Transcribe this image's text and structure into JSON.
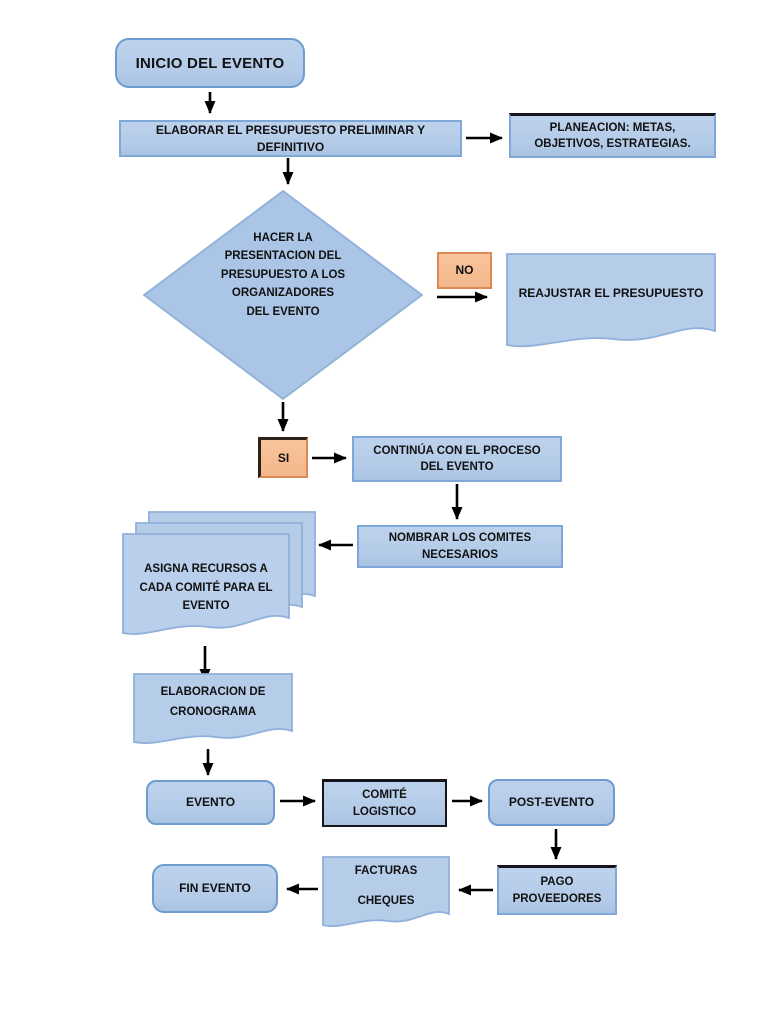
{
  "nodes": {
    "inicio": {
      "label": "INICIO DEL EVENTO",
      "shape": "rounded"
    },
    "elaborar": {
      "label": "ELABORAR EL PRESUPUESTO PRELIMINAR Y DEFINITIVO",
      "shape": "rect"
    },
    "planeacion": {
      "label": "PLANEACION: METAS,\nOBJETIVOS, ESTRATEGIAS.",
      "shape": "rect-dark-top"
    },
    "decision": {
      "label": "HACER LA\nPRESENTACION DEL\nPRESUPUESTO A LOS\nORGANIZADORES\nDEL EVENTO",
      "shape": "diamond"
    },
    "no": {
      "label": "NO",
      "shape": "rect-orange"
    },
    "reajustar": {
      "label": "REAJUSTAR EL PRESUPUESTO",
      "shape": "document"
    },
    "si": {
      "label": "SI",
      "shape": "rect-orange"
    },
    "continua": {
      "label": "CONTINÚA CON EL PROCESO\nDEL EVENTO",
      "shape": "rect"
    },
    "nombrar": {
      "label": "NOMBRAR LOS COMITES\nNECESARIOS",
      "shape": "rect"
    },
    "asigna": {
      "label": "ASIGNA RECURSOS A\nCADA COMITÉ PARA EL\nEVENTO",
      "shape": "multidocument"
    },
    "cronograma": {
      "label": "ELABORACION DE\nCRONOGRAMA",
      "shape": "document"
    },
    "evento": {
      "label": "EVENTO",
      "shape": "rounded"
    },
    "comite": {
      "label": "COMITÉ\nLOGISTICO",
      "shape": "rect-dark"
    },
    "postevento": {
      "label": "POST-EVENTO",
      "shape": "rounded"
    },
    "pago": {
      "label": "PAGO\nPROVEEDORES",
      "shape": "rect-dark-top"
    },
    "facturas": {
      "label": "FACTURAS\nCHEQUES",
      "shape": "document"
    },
    "fin": {
      "label": "FIN EVENTO",
      "shape": "rounded"
    }
  },
  "arrows": [
    {
      "from": "inicio",
      "to": "elaborar"
    },
    {
      "from": "elaborar",
      "to": "planeacion"
    },
    {
      "from": "elaborar",
      "to": "decision"
    },
    {
      "from": "decision",
      "to": "reajustar",
      "branch": "NO"
    },
    {
      "from": "decision",
      "to": "si",
      "branch": "SI"
    },
    {
      "from": "si",
      "to": "continua"
    },
    {
      "from": "continua",
      "to": "nombrar"
    },
    {
      "from": "nombrar",
      "to": "asigna"
    },
    {
      "from": "asigna",
      "to": "cronograma"
    },
    {
      "from": "cronograma",
      "to": "evento"
    },
    {
      "from": "evento",
      "to": "comite"
    },
    {
      "from": "comite",
      "to": "postevento"
    },
    {
      "from": "postevento",
      "to": "pago"
    },
    {
      "from": "pago",
      "to": "facturas"
    },
    {
      "from": "facturas",
      "to": "fin"
    }
  ],
  "colors": {
    "node_fill": "#b3cbe8",
    "node_border": "#7fa7d8",
    "rounded_border": "#6f9ccf",
    "diamond_fill": "#aac5e6",
    "diamond_border": "#8fb1da",
    "orange_fill": "#f6bd94",
    "orange_border": "#dd8a52",
    "dark_border": "#15151b",
    "arrow": "#000000",
    "text": "#111111",
    "page_background": "#ffffff"
  }
}
